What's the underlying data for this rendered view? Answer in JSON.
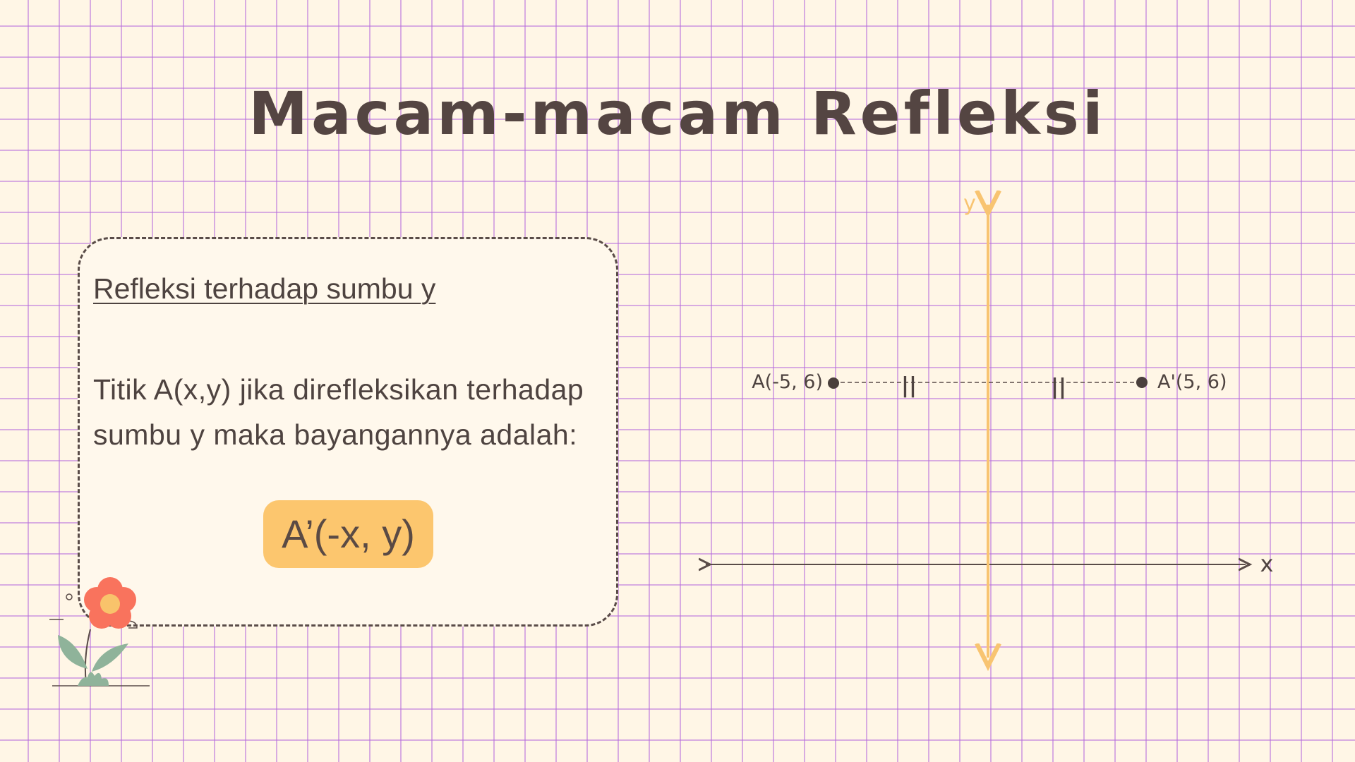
{
  "title": "Macam-macam Refleksi",
  "card": {
    "heading": "Refleksi terhadap sumbu y",
    "description_line1": "Titik A(x,y) jika direfleksikan terhadap",
    "description_line2": "sumbu y maka bayangannya adalah:",
    "formula": "A’(-x, y)"
  },
  "diagram": {
    "x_axis_label": "x",
    "y_axis_label": "y",
    "point_original_label": "A(-5, 6)",
    "point_image_label": "A'(5, 6)",
    "equal_mark": "||",
    "colors": {
      "y_axis": "#f8c471",
      "x_axis": "#5a4c48",
      "points": "#4a3f3c"
    }
  },
  "decoration": {
    "flower_icon": "flower-icon"
  }
}
